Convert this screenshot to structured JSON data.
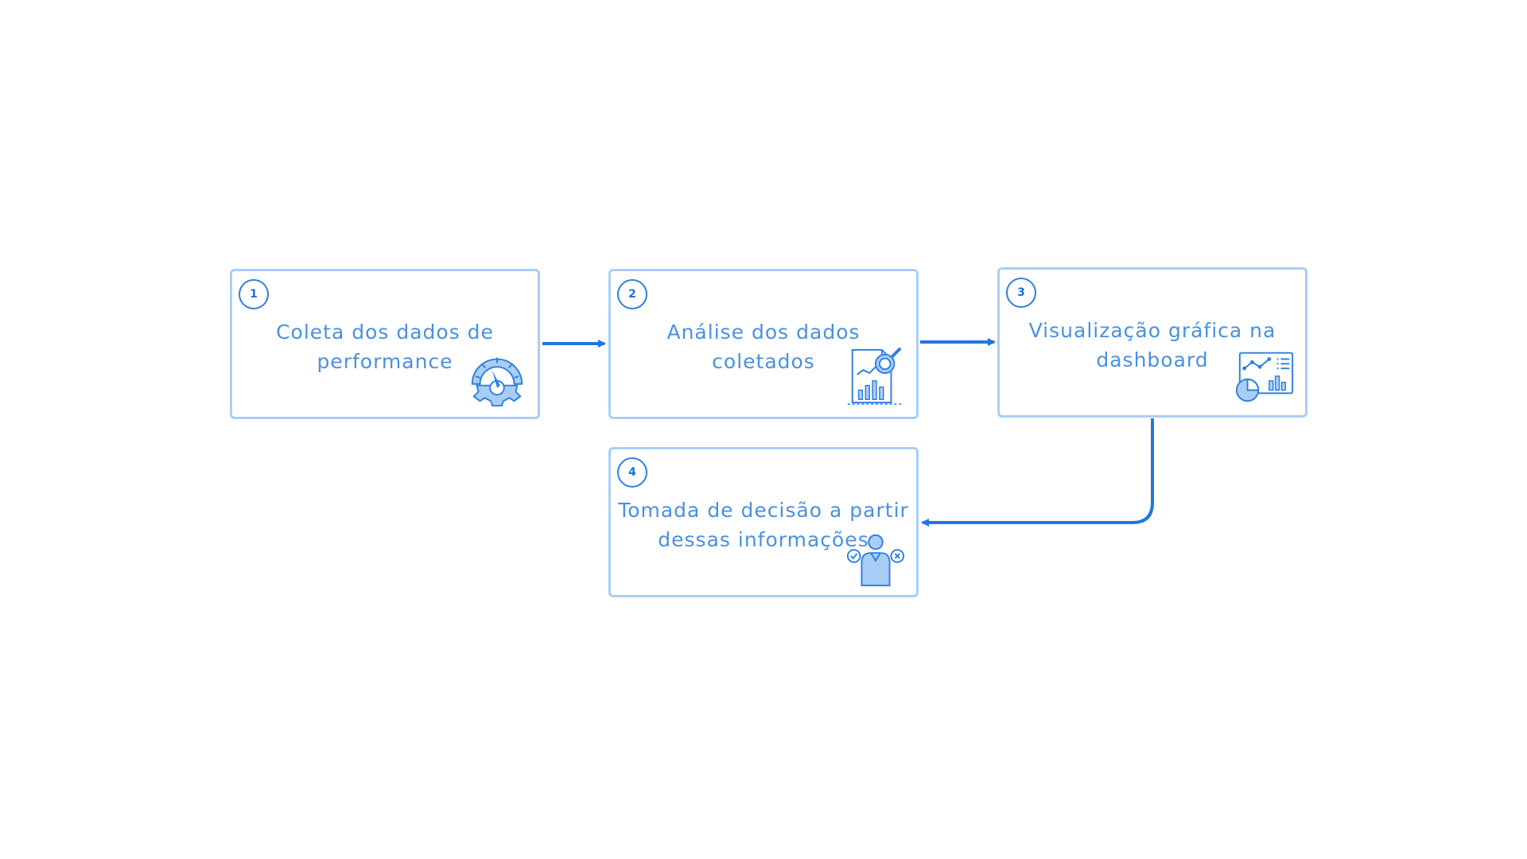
{
  "steps": [
    {
      "number": "1",
      "title": "Coleta dos dados de\nperformance",
      "icon": "gauge-gear-icon"
    },
    {
      "number": "2",
      "title": "Análise dos dados\ncoletados",
      "icon": "document-analysis-icon"
    },
    {
      "number": "3",
      "title": "Visualização gráfica na\ndashboard",
      "icon": "dashboard-charts-icon"
    },
    {
      "number": "4",
      "title": "Tomada de decisão a partir\ndessas informações",
      "icon": "person-decision-icon"
    }
  ],
  "colors": {
    "border": "#a9cef6",
    "text": "#4a90e2",
    "arrow": "#1f78e0",
    "icon_fill": "#a9cef6",
    "icon_stroke": "#2f7fe0"
  }
}
